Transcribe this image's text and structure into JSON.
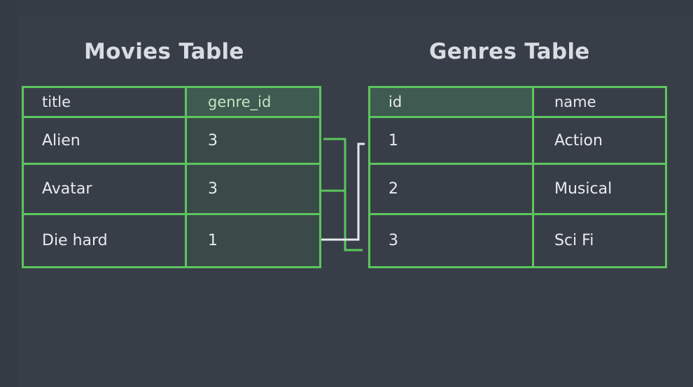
{
  "movies_table": {
    "title": "Movies Table",
    "columns": [
      "title",
      "genre_id"
    ],
    "rows": [
      [
        "Alien",
        "3"
      ],
      [
        "Avatar",
        "3"
      ],
      [
        "Die hard",
        "1"
      ]
    ]
  },
  "genres_table": {
    "title": "Genres Table",
    "columns": [
      "id",
      "name"
    ],
    "rows": [
      [
        "1",
        "Action"
      ],
      [
        "2",
        "Musical"
      ],
      [
        "3",
        "Sci Fi"
      ]
    ]
  },
  "colors": {
    "background": "#383e48",
    "table_border": "#5cc65e",
    "highlight_column": "#3f5a50",
    "link_green": "#5cc65e",
    "link_white": "#e8eaed"
  }
}
